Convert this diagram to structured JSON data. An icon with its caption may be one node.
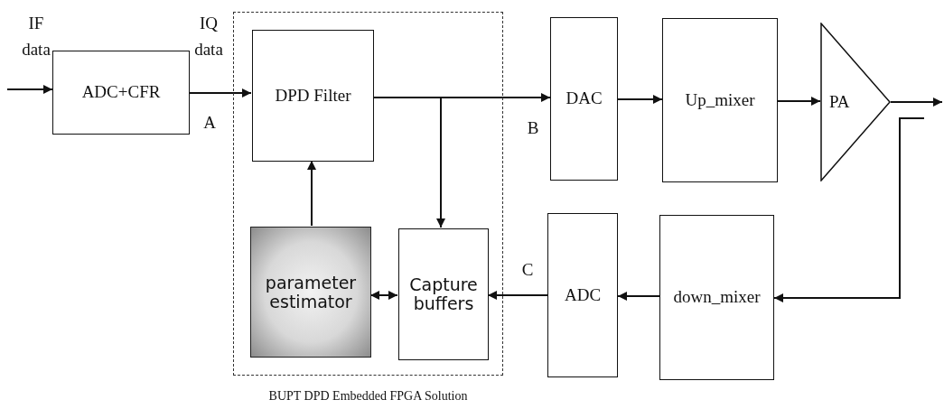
{
  "diagram": {
    "nodes": [
      {
        "text": [
          "BUPT DPD Embedded FPGA Solution"
        ]
      },
      {
        "text": [
          "ADC+CFR"
        ]
      },
      {
        "text": [
          "DPD Filter"
        ],
        "in": 0
      },
      {
        "text": [
          "parameter estimator"
        ],
        "in": 0
      },
      {
        "text": [
          "Capture buffers"
        ],
        "in": 0
      },
      {
        "text": [
          "DAC"
        ]
      },
      {
        "text": [
          "Up_mixer"
        ]
      },
      {
        "text": [
          "PA"
        ]
      },
      {
        "text": [
          "down_mixer"
        ]
      },
      {
        "text": [
          "ADC"
        ]
      }
    ],
    "edges": [
      {
        "from": null,
        "to": 1,
        "arrow": "to"
      },
      {
        "from": 1,
        "to": 2,
        "arrow": "to"
      },
      {
        "from": 2,
        "to": 5,
        "arrow": "to"
      },
      {
        "from": 2,
        "to": 4,
        "arrow": "to"
      },
      {
        "from": 3,
        "to": 2,
        "arrow": "to"
      },
      {
        "from": 3,
        "to": 4,
        "arrow": "both"
      },
      {
        "from": 5,
        "to": 6,
        "arrow": "to"
      },
      {
        "from": 6,
        "to": 7,
        "arrow": "to"
      },
      {
        "from": 7,
        "to": null,
        "arrow": "to"
      },
      {
        "from": null,
        "to": 8,
        "arrow": "to"
      },
      {
        "from": 8,
        "to": 9,
        "arrow": "to"
      },
      {
        "from": 9,
        "to": 4,
        "arrow": "to"
      }
    ],
    "labels": [
      "IF data",
      "IQ data",
      "A",
      "B",
      "C"
    ]
  }
}
